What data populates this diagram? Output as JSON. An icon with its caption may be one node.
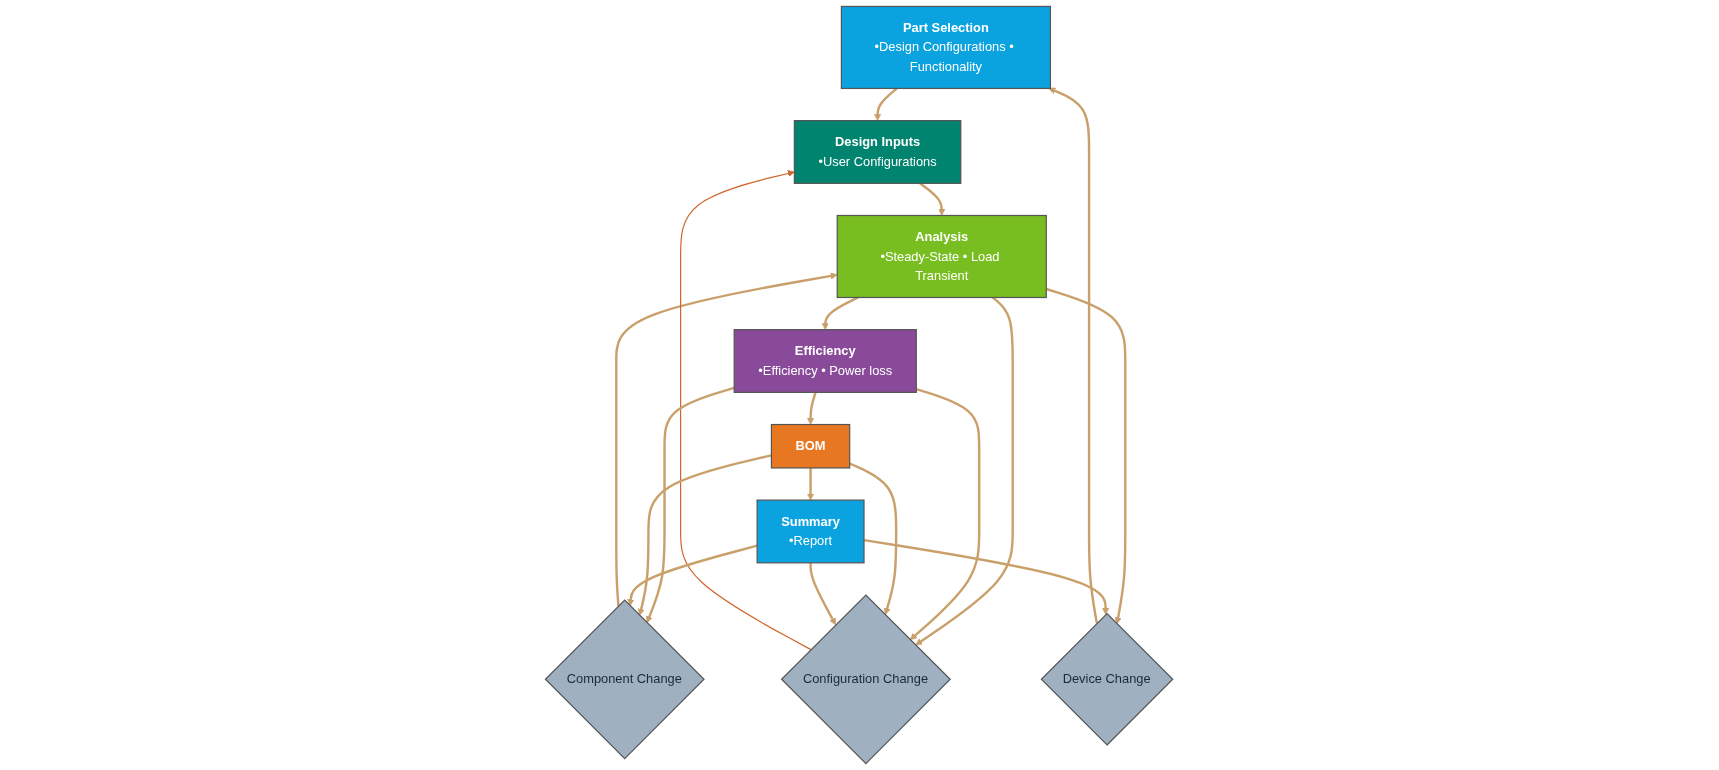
{
  "diagram": {
    "nodes": [
      {
        "text": [
          "Part Selection",
          "•Design Configurations • Functionality"
        ]
      },
      {
        "text": [
          "Design Inputs",
          "•User Configurations"
        ]
      },
      {
        "text": [
          "Analysis",
          "•Steady-State • Load Transient"
        ]
      },
      {
        "text": [
          "Efficiency",
          "•Efficiency • Power loss"
        ]
      },
      {
        "text": [
          "BOM"
        ]
      },
      {
        "text": [
          "Summary",
          "•Report"
        ]
      },
      {
        "text": [
          "Device Change"
        ]
      },
      {
        "text": [
          "Component Change"
        ]
      },
      {
        "text": [
          "Configuration Change"
        ]
      }
    ],
    "edges": [
      {
        "from": 0,
        "to": 1,
        "arrow": "to"
      },
      {
        "from": 1,
        "to": 2,
        "arrow": "to"
      },
      {
        "from": 2,
        "to": 3,
        "arrow": "to"
      },
      {
        "from": 3,
        "to": 4,
        "arrow": "to"
      },
      {
        "from": 4,
        "to": 5,
        "arrow": "to"
      },
      {
        "from": 6,
        "to": 0,
        "arrow": "to"
      },
      {
        "from": 2,
        "to": 6,
        "arrow": "to"
      },
      {
        "from": 7,
        "to": 2,
        "arrow": "to"
      },
      {
        "from": 2,
        "to": 8,
        "arrow": "to"
      },
      {
        "from": 8,
        "to": 1,
        "arrow": "to",
        "color": "#d0662c"
      },
      {
        "from": 3,
        "to": 7,
        "arrow": "to"
      },
      {
        "from": 3,
        "to": 8,
        "arrow": "to"
      },
      {
        "from": 4,
        "to": 7,
        "arrow": "to"
      },
      {
        "from": 4,
        "to": 8,
        "arrow": "to"
      },
      {
        "from": 5,
        "to": 7,
        "arrow": "to"
      },
      {
        "from": 5,
        "to": 6,
        "arrow": "to"
      },
      {
        "from": 5,
        "to": 8,
        "arrow": "to"
      }
    ]
  }
}
